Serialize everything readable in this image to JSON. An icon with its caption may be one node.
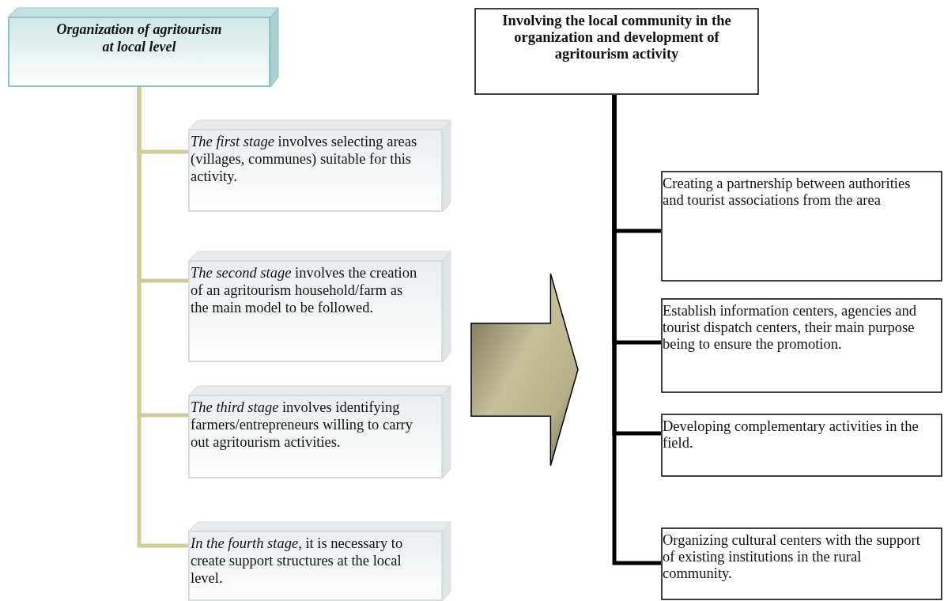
{
  "diagram": {
    "nodes": [
      {
        "text": [
          "Organization of agritourism at local level"
        ]
      },
      {
        "text": [
          "*The first stage* involves selecting areas (villages, communes) suitable for this activity."
        ]
      },
      {
        "text": [
          "*The second stage* involves the creation of an agritourism household/farm as the main model to be followed."
        ]
      },
      {
        "text": [
          "*The third stage* involves identifying farmers/entrepreneurs willing to carry out agritourism activities."
        ]
      },
      {
        "text": [
          "*In the fourth stage,* it is necessary to create support structures at the local level."
        ]
      },
      {
        "text": [],
        "shape": "arrow"
      },
      {
        "text": [
          "Involving the local community in the organization and development of agritourism activity"
        ]
      },
      {
        "text": [
          "Creating a partnership between authorities and tourist associations from the area"
        ]
      },
      {
        "text": [
          "Establish information centers, agencies and tourist dispatch centers, their main purpose being to ensure the promotion."
        ]
      },
      {
        "text": [
          "Developing complementary activities in the field."
        ]
      },
      {
        "text": [
          "Organizing cultural centers with the support of existing institutions in the rural community."
        ]
      }
    ],
    "edges": [
      {
        "from": 0,
        "to": 1,
        "arrow": "none",
        "color": "#cfcb9b"
      },
      {
        "from": 0,
        "to": 2,
        "arrow": "none",
        "color": "#cfcb9b"
      },
      {
        "from": 0,
        "to": 3,
        "arrow": "none",
        "color": "#cfcb9b"
      },
      {
        "from": 0,
        "to": 4,
        "arrow": "none",
        "color": "#cfcb9b"
      },
      {
        "from": 6,
        "to": 7,
        "arrow": "none",
        "color": "#000000"
      },
      {
        "from": 6,
        "to": 8,
        "arrow": "none",
        "color": "#000000"
      },
      {
        "from": 6,
        "to": 9,
        "arrow": "none",
        "color": "#000000"
      },
      {
        "from": 6,
        "to": 10,
        "arrow": "none",
        "color": "#000000"
      }
    ]
  }
}
